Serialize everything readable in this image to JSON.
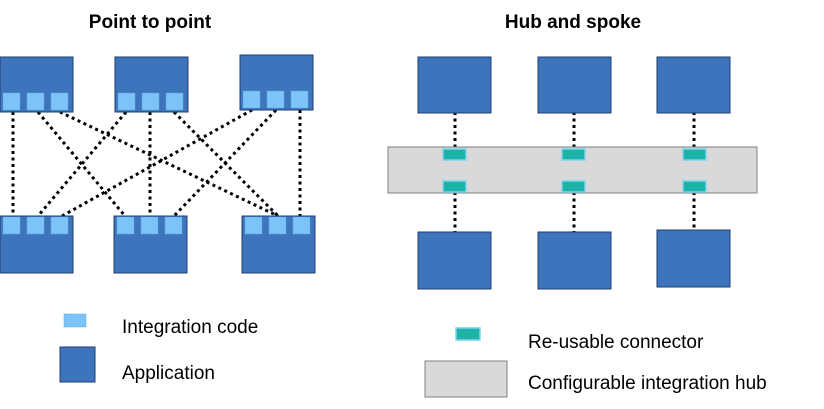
{
  "titles": {
    "left": "Point to point",
    "right": "Hub and spoke"
  },
  "legend": {
    "integration_code": "Integration code",
    "application": "Application",
    "reusable_connector": "Re-usable connector",
    "integration_hub": "Configurable integration hub"
  },
  "colors": {
    "application": "#3e74bb",
    "integration_code": "#7cc4f7",
    "connector": "#1bb3a4",
    "hub": "#d9d9d9"
  }
}
